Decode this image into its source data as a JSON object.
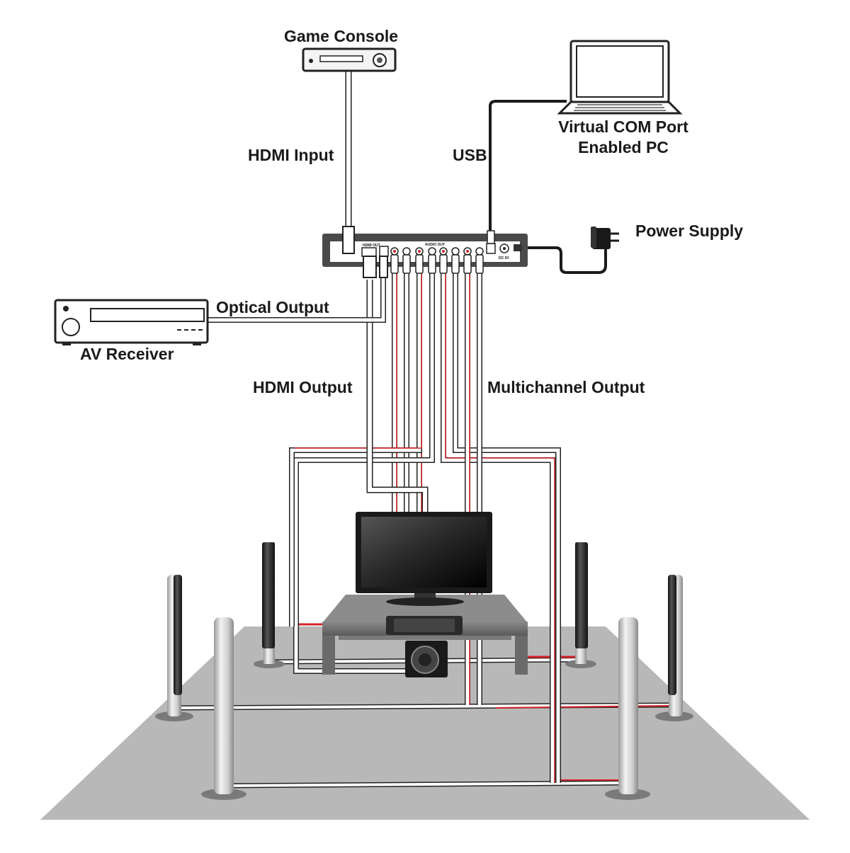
{
  "devices": {
    "game_console": "Game Console",
    "pc_line1": "Virtual COM Port",
    "pc_line2": "Enabled PC",
    "power_supply": "Power Supply",
    "av_receiver": "AV Receiver"
  },
  "cables": {
    "hdmi_input": "HDMI Input",
    "usb": "USB",
    "optical_output": "Optical Output",
    "hdmi_output": "HDMI Output",
    "multichannel_output": "Multichannel Output"
  },
  "unit_panel": {
    "hdmi_out": "HDMI OUT",
    "audio_out": "AUDIO OUT",
    "dc_in": "DC 5V"
  },
  "colors": {
    "cable_red": "#d2232a",
    "cable_black": "#1a1a1a",
    "floor": "#b8b8b8",
    "unit_body": "#4a4a4a"
  }
}
